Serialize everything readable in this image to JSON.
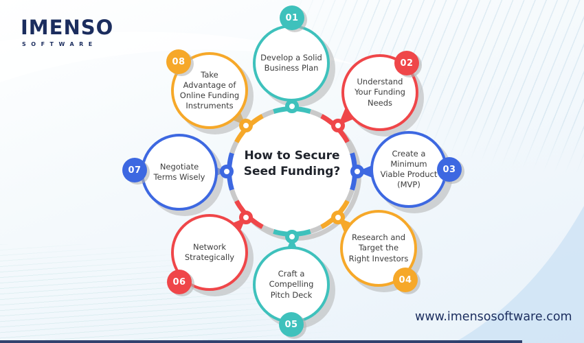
{
  "brand": {
    "logo_text": "IMENSO",
    "logo_subtext": "SOFTWARE",
    "website": "www.imensosoftware.com",
    "navy": "#1B2D5E"
  },
  "diagram": {
    "title_line1": "How to Secure",
    "title_line2": "Seed Funding?",
    "ring_gray": "#C9C9C9",
    "steps": [
      {
        "number": "01",
        "label": "Develop a Solid Business Plan",
        "color": "#3EC1BC",
        "position": "top"
      },
      {
        "number": "02",
        "label": "Understand Your Funding Needs",
        "color": "#EF4649",
        "position": "top-right"
      },
      {
        "number": "03",
        "label": "Create a Minimum Viable Product (MVP)",
        "color": "#3D68E1",
        "position": "right"
      },
      {
        "number": "04",
        "label": "Research and Target the Right Investors",
        "color": "#F6A829",
        "position": "bottom-right"
      },
      {
        "number": "05",
        "label": "Craft a Compelling Pitch Deck",
        "color": "#3EC1BC",
        "position": "bottom"
      },
      {
        "number": "06",
        "label": "Network Strategically",
        "color": "#EF4649",
        "position": "bottom-left"
      },
      {
        "number": "07",
        "label": "Negotiate Terms Wisely",
        "color": "#3D68E1",
        "position": "left"
      },
      {
        "number": "08",
        "label": "Take Advantage of Online Funding Instruments",
        "color": "#F6A829",
        "position": "top-left"
      }
    ]
  }
}
